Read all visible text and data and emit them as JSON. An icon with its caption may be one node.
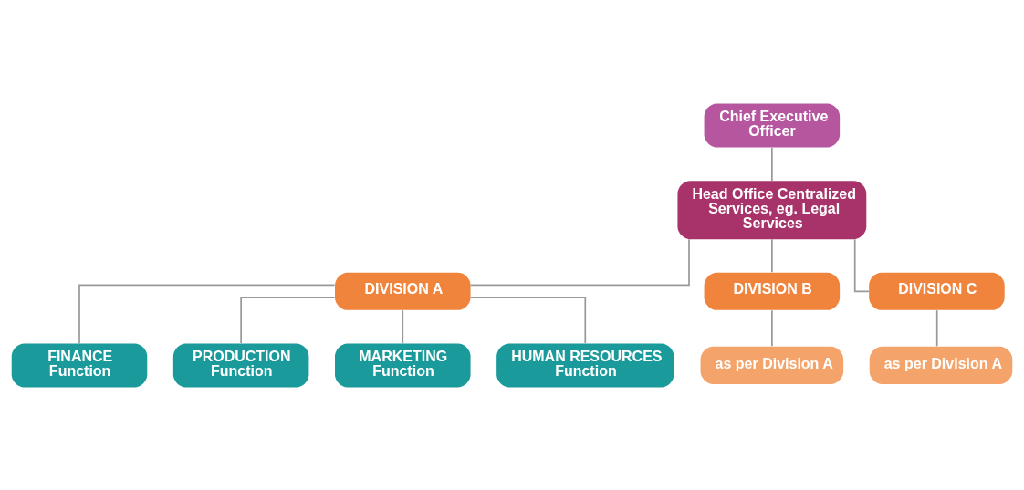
{
  "diagram": {
    "nodes": [
      {
        "text": [
          "Chief Executive Officer"
        ]
      },
      {
        "text": [
          "Head Office Centralized Services, eg. Legal Services"
        ]
      },
      {
        "text": [
          "DIVISION A"
        ]
      },
      {
        "text": [
          "DIVISION B"
        ]
      },
      {
        "text": [
          "DIVISION C"
        ]
      },
      {
        "text": [
          "as per Division A"
        ]
      },
      {
        "text": [
          "as per Division A"
        ]
      },
      {
        "text": [
          "FINANCE Function"
        ]
      },
      {
        "text": [
          "PRODUCTION Function"
        ]
      },
      {
        "text": [
          "MARKETING Function"
        ]
      },
      {
        "text": [
          "HUMAN RESOURCES Function"
        ]
      }
    ],
    "edges": [
      {
        "from": 0,
        "to": 1,
        "arrow": "none"
      },
      {
        "from": 1,
        "to": 2,
        "arrow": "none"
      },
      {
        "from": 1,
        "to": 3,
        "arrow": "none"
      },
      {
        "from": 1,
        "to": 4,
        "arrow": "none"
      },
      {
        "from": 3,
        "to": 5,
        "arrow": "none"
      },
      {
        "from": 4,
        "to": 6,
        "arrow": "none"
      },
      {
        "from": 2,
        "to": 7,
        "arrow": "none"
      },
      {
        "from": 2,
        "to": 8,
        "arrow": "none"
      },
      {
        "from": 2,
        "to": 9,
        "arrow": "none"
      },
      {
        "from": 2,
        "to": 10,
        "arrow": "none"
      }
    ]
  }
}
